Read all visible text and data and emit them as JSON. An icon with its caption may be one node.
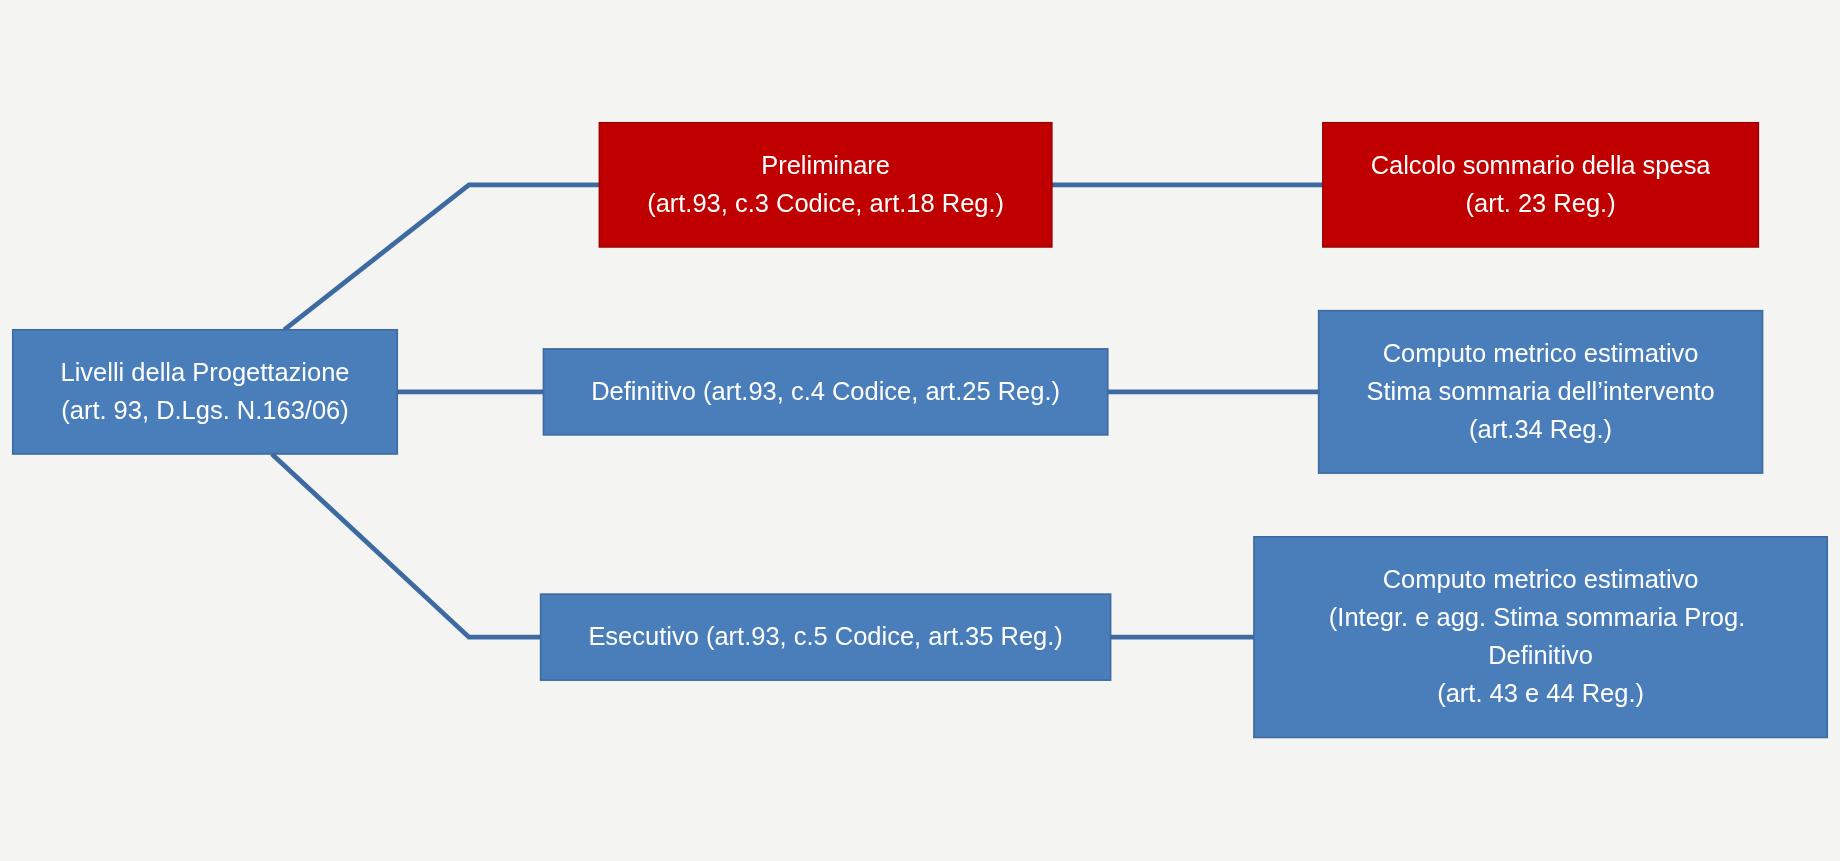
{
  "diagram": {
    "nodes": [
      {
        "text": [
          "Livelli della Progettazione",
          "(art. 93, D.Lgs. N.163/06)"
        ]
      },
      {
        "text": [
          "Preliminare",
          "(art.93, c.3 Codice, art.18 Reg.)"
        ]
      },
      {
        "text": [
          "Definitivo (art.93, c.4 Codice, art.25 Reg.)"
        ]
      },
      {
        "text": [
          "Esecutivo (art.93, c.5 Codice, art.35 Reg.)"
        ]
      },
      {
        "text": [
          "Calcolo sommario della spesa",
          "(art. 23 Reg.)"
        ]
      },
      {
        "text": [
          "Computo metrico estimativo",
          "Stima sommaria dell’intervento",
          "(art.34 Reg.)"
        ]
      },
      {
        "text": [
          "Computo metrico estimativo",
          "(Integr. e agg. Stima sommaria Prog. Definitivo",
          "(art. 43 e 44 Reg.)"
        ]
      }
    ],
    "edges": [
      {
        "from": 0,
        "to": 1,
        "arrow": "none"
      },
      {
        "from": 0,
        "to": 2,
        "arrow": "none"
      },
      {
        "from": 0,
        "to": 3,
        "arrow": "none"
      },
      {
        "from": 1,
        "to": 4,
        "arrow": "none"
      },
      {
        "from": 2,
        "to": 5,
        "arrow": "none"
      },
      {
        "from": 3,
        "to": 6,
        "arrow": "none"
      }
    ]
  }
}
